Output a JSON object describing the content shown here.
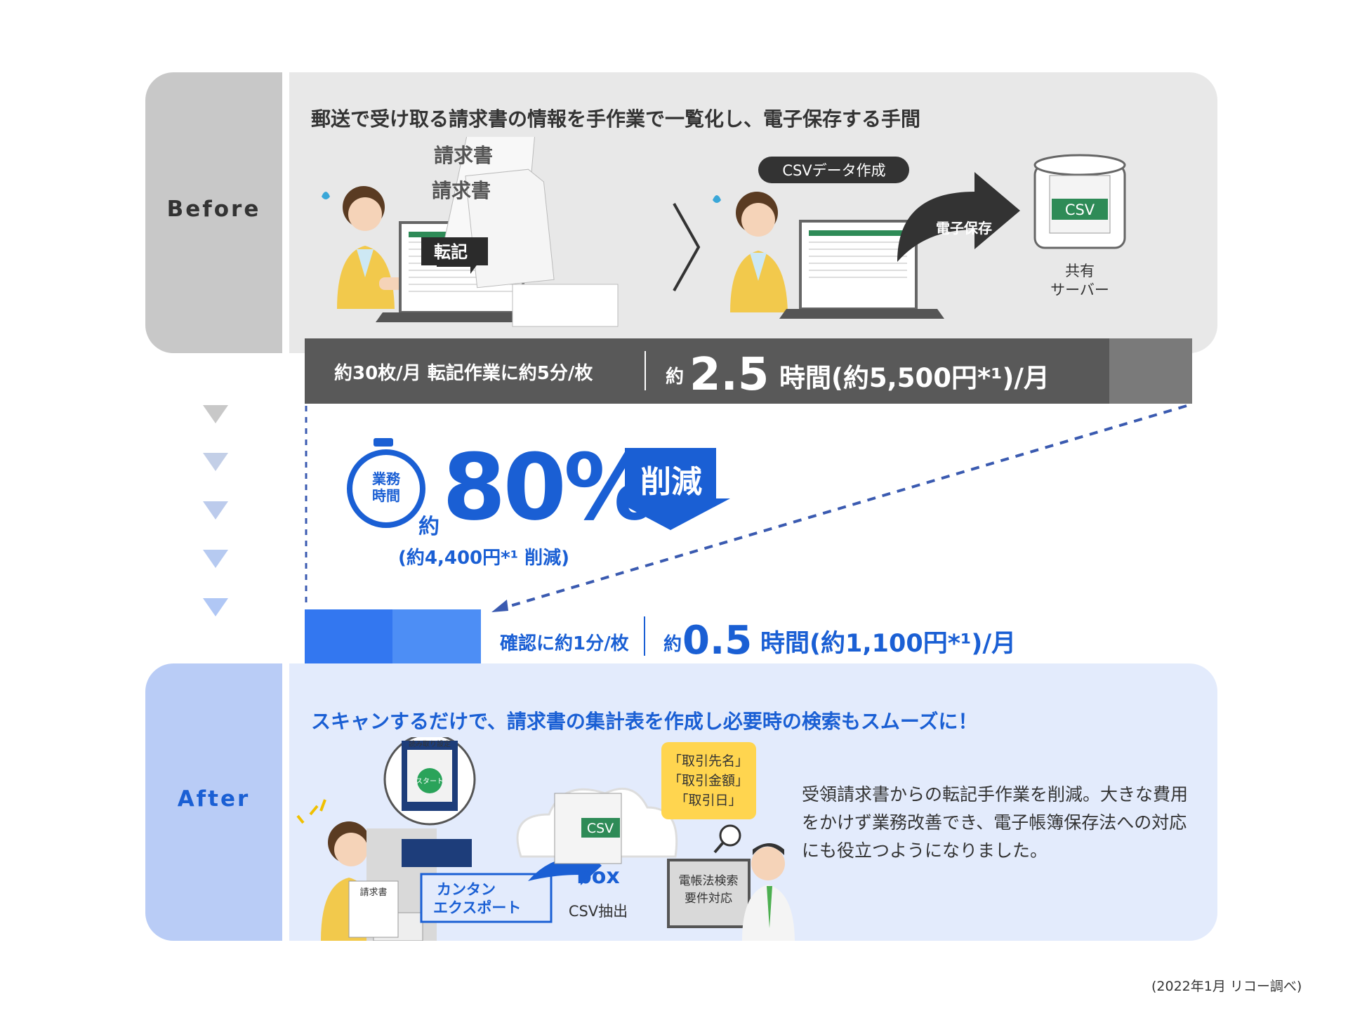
{
  "before": {
    "side_label": "Before",
    "title": "郵送で受け取る請求書の情報を手作業で一覧化し、電子保存する手間",
    "doc_label": "請求書",
    "transcribe_label": "転記",
    "csv_create_label": "CSVデータ作成",
    "e_save_label": "電子保存",
    "csv_label": "CSV",
    "server_label_1": "共有",
    "server_label_2": "サーバー",
    "bar": {
      "count": "約30枚/月 転記作業に約5分/枚",
      "approx": "約",
      "hours": "2.5",
      "unit": "時間(約5,500円*¹)/月"
    }
  },
  "reduction": {
    "stopwatch_line1": "業務",
    "stopwatch_line2": "時間",
    "approx": "約",
    "percent": "80%",
    "arrow_label": "削減",
    "note": "(約4,400円*¹ 削減)"
  },
  "after": {
    "bar": {
      "check": "確認に約1分/枚",
      "approx": "約",
      "hours": "0.5",
      "unit": "時間(約1,100円*¹)/月"
    },
    "side_label": "After",
    "title": "スキャンするだけで、請求書の集計表を作成し必要時の検索もスムーズに！",
    "screen_header": "読み取り設定",
    "screen_button": "スタート",
    "doc_label": "請求書",
    "export_line1": "カンタン",
    "export_line2": "エクスポート",
    "box_label": "box",
    "csv_label": "CSV",
    "csv_extract": "CSV抽出",
    "search_fields": [
      "「取引先名」",
      "「取引金額」",
      "「取引日」"
    ],
    "monitor_line1": "電帳法検索",
    "monitor_line2": "要件対応",
    "description": "受領請求書からの転記手作業を削減。大きな費用をかけず業務改善でき、電子帳簿保存法への対応にも役立つようになりました。"
  },
  "footnote": "(2022年1月 リコー調べ)",
  "colors": {
    "accent_blue": "#1a5fd4",
    "before_gray": "#595959",
    "after_panel": "#e3ebfc"
  }
}
